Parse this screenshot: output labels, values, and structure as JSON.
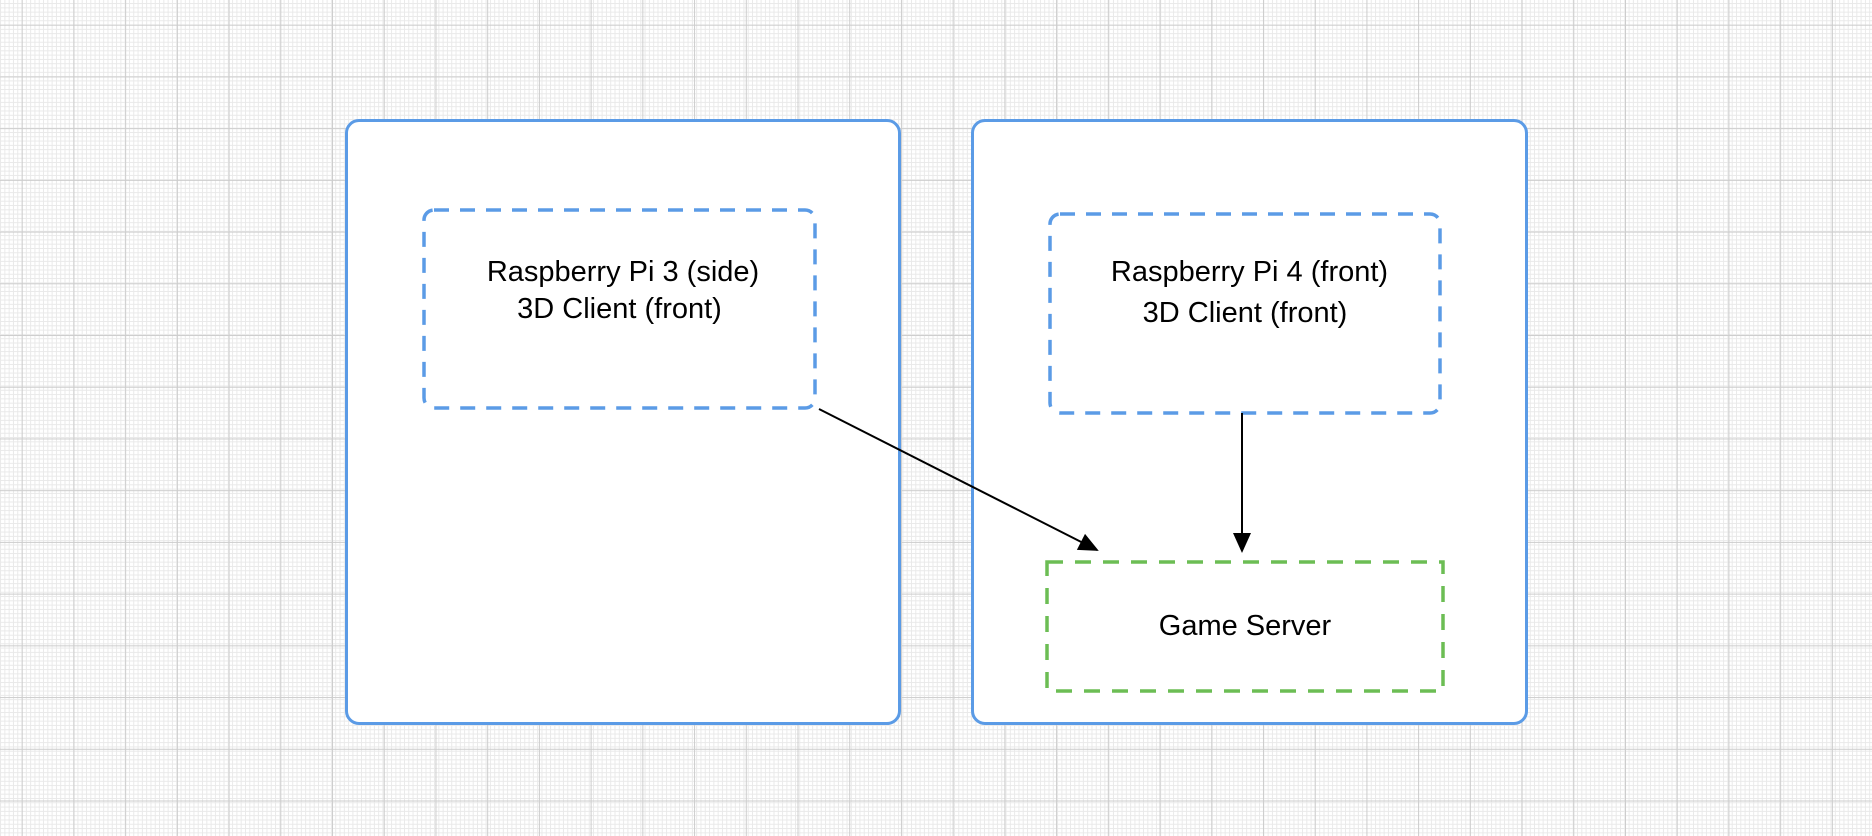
{
  "diagram": {
    "kind": "architecture-diagram",
    "colors": {
      "group_border_blue": "#5b9be6",
      "dashed_blue": "#5b9be6",
      "dashed_green": "#6cbd54",
      "arrow": "#000000",
      "text": "#000000",
      "grid_minor": "#e9e9e9",
      "grid_major": "#cdcdcd",
      "node_fill": "#ffffff"
    },
    "nodes": {
      "pi3": {
        "title": "Raspberry Pi 3 (side)"
      },
      "pi3_client": {
        "label": "3D Client (front)"
      },
      "pi4": {
        "title": "Raspberry Pi 4 (front)"
      },
      "pi4_client": {
        "label": "3D Client (front)"
      },
      "game_server": {
        "label": "Game Server"
      }
    },
    "edges": [
      {
        "from": "pi3_client",
        "to": "game_server",
        "type": "arrow"
      },
      {
        "from": "pi4_client",
        "to": "game_server",
        "type": "arrow"
      }
    ]
  }
}
